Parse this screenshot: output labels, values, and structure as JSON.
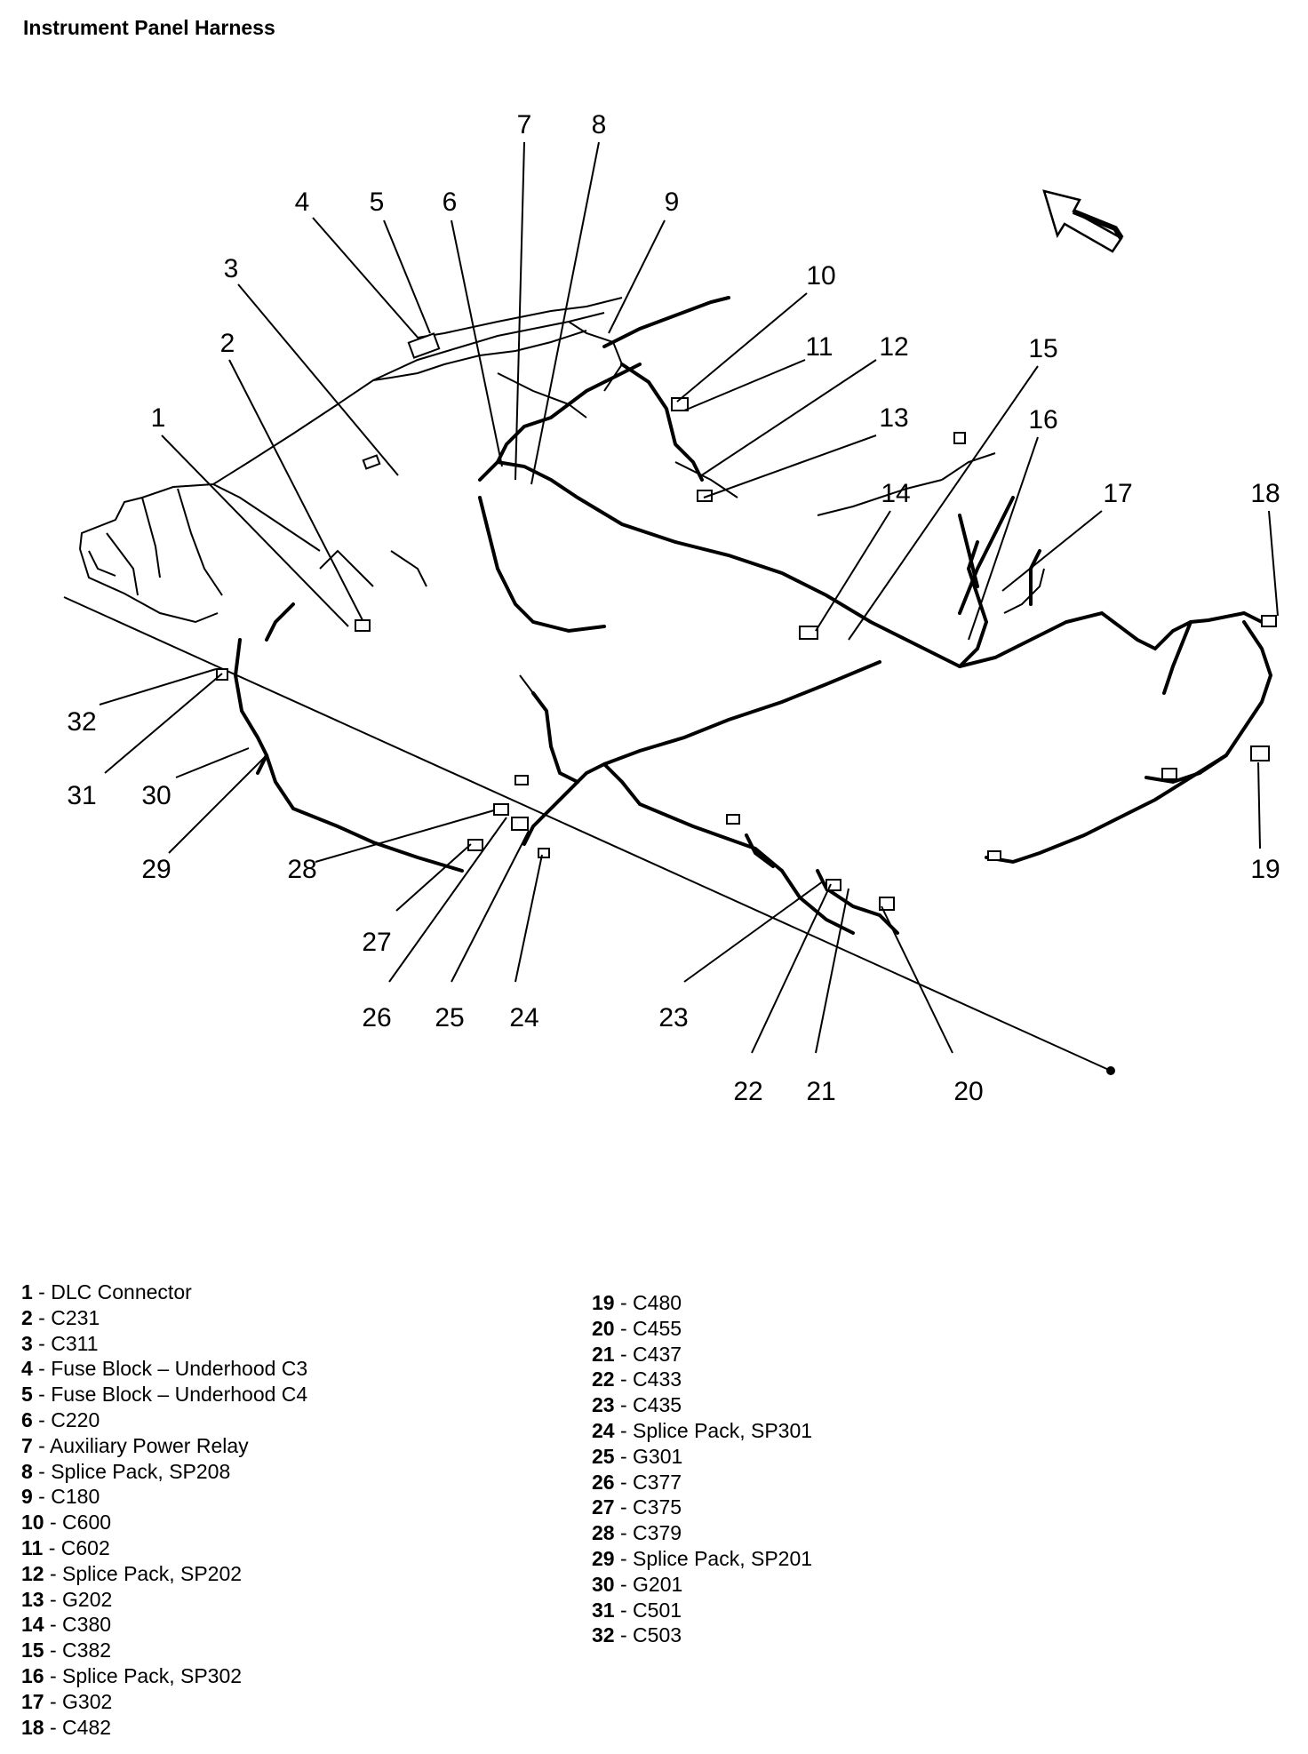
{
  "title": "Instrument Panel Harness",
  "callouts": [
    {
      "num": "1",
      "desc": "DLC Connector"
    },
    {
      "num": "2",
      "desc": "C231"
    },
    {
      "num": "3",
      "desc": "C311"
    },
    {
      "num": "4",
      "desc": "Fuse Block – Underhood C3"
    },
    {
      "num": "5",
      "desc": "Fuse Block – Underhood C4"
    },
    {
      "num": "6",
      "desc": "C220"
    },
    {
      "num": "7",
      "desc": "Auxiliary Power Relay"
    },
    {
      "num": "8",
      "desc": "Splice Pack, SP208"
    },
    {
      "num": "9",
      "desc": "C180"
    },
    {
      "num": "10",
      "desc": "C600"
    },
    {
      "num": "11",
      "desc": "C602"
    },
    {
      "num": "12",
      "desc": "Splice Pack, SP202"
    },
    {
      "num": "13",
      "desc": "G202"
    },
    {
      "num": "14",
      "desc": "C380"
    },
    {
      "num": "15",
      "desc": "C382"
    },
    {
      "num": "16",
      "desc": "Splice Pack, SP302"
    },
    {
      "num": "17",
      "desc": "G302"
    },
    {
      "num": "18",
      "desc": "C482"
    },
    {
      "num": "19",
      "desc": "C480"
    },
    {
      "num": "20",
      "desc": "C455"
    },
    {
      "num": "21",
      "desc": "C437"
    },
    {
      "num": "22",
      "desc": "C433"
    },
    {
      "num": "23",
      "desc": "C435"
    },
    {
      "num": "24",
      "desc": "Splice Pack, SP301"
    },
    {
      "num": "25",
      "desc": "G301"
    },
    {
      "num": "26",
      "desc": "C377"
    },
    {
      "num": "27",
      "desc": "C375"
    },
    {
      "num": "28",
      "desc": "C379"
    },
    {
      "num": "29",
      "desc": "Splice Pack, SP201"
    },
    {
      "num": "30",
      "desc": "G201"
    },
    {
      "num": "31",
      "desc": "C501"
    },
    {
      "num": "32",
      "desc": "C503"
    }
  ],
  "separator": " - ",
  "colors": {
    "line": "#000000",
    "background": "#ffffff"
  }
}
